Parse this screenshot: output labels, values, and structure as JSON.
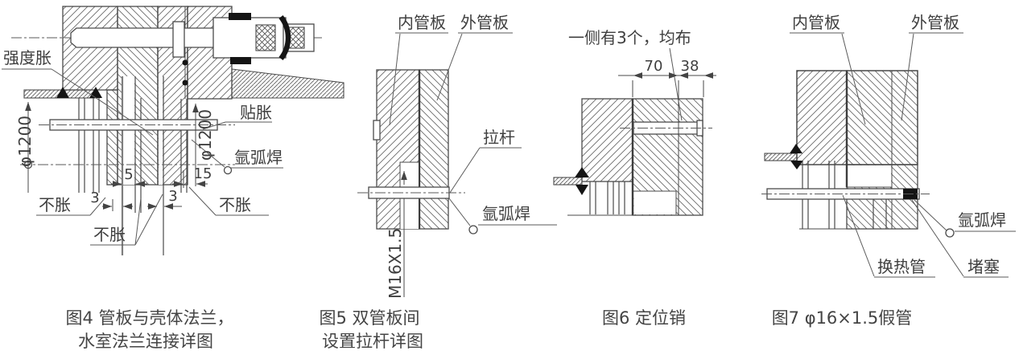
{
  "page": {
    "background": "#ffffff",
    "line_color": "#4a4a4a",
    "text_color": "#3f3f3f"
  },
  "figures": [
    {
      "caption_line1": "图4 管板与壳体法兰，",
      "caption_line2": "水室法兰连接详图",
      "labels": {
        "strength_expansion": "强度胀",
        "contact_expansion": "贴胀",
        "argon_arc_weld": "氩弧焊",
        "no_expansion_left": "不胀",
        "no_expansion_middle": "不胀",
        "no_expansion_right": "不胀",
        "diameter_left": "φ1200",
        "diameter_right": "φ1200"
      },
      "dimensions": {
        "dim_5": "5",
        "dim_15": "15",
        "dim_3_left": "3",
        "dim_3_right": "3"
      }
    },
    {
      "caption_line1": "图5 双管板间",
      "caption_line2": "设置拉杆详图",
      "labels": {
        "inner_tubesheet": "内管板",
        "outer_tubesheet": "外管板",
        "tie_rod": "拉杆",
        "argon_arc_weld": "氩弧焊",
        "thread_spec": "M16X1.5"
      }
    },
    {
      "caption_line1": "图6 定位销",
      "labels": {
        "note": "一侧有3个，均布"
      },
      "dimensions": {
        "dim_70": "70",
        "dim_38": "38"
      }
    },
    {
      "caption_line1": "图7 φ16×1.5假管",
      "labels": {
        "inner_tubesheet": "内管板",
        "outer_tubesheet": "外管板",
        "argon_arc_weld": "氩弧焊",
        "heat_exchange_tube": "换热管",
        "plug": "堵塞"
      }
    }
  ]
}
